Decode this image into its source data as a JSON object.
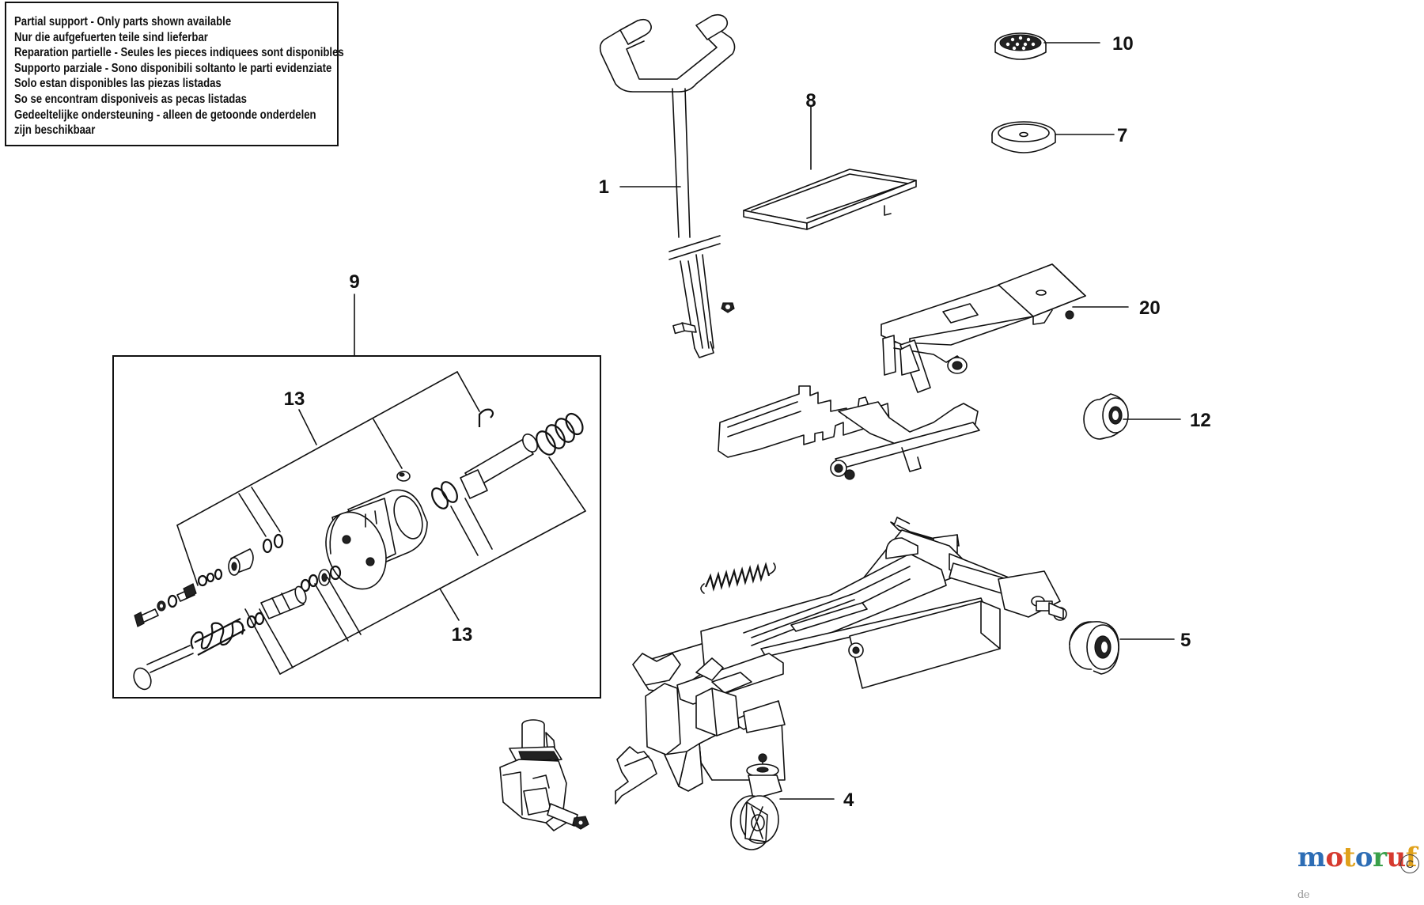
{
  "notice": {
    "lines": [
      "Partial support - Only parts shown available",
      "Nur die aufgefuerten teile sind lieferbar",
      "Reparation partielle - Seules les pieces indiquees sont disponibles",
      "Supporto parziale - Sono disponibili soltanto le parti evidenziate",
      "Solo estan disponibles las piezas listadas",
      "So se encontram disponiveis as pecas listadas",
      "Gedeeltelijke ondersteuning - alleen de getoonde onderdelen",
      "zijn beschikbaar"
    ]
  },
  "callouts": {
    "c1": "1",
    "c4": "4",
    "c5": "5",
    "c7": "7",
    "c8": "8",
    "c9": "9",
    "c10": "10",
    "c12": "12",
    "c13_top": "13",
    "c13_bottom": "13",
    "c20": "20"
  },
  "watermark": {
    "text": "motoruf",
    "letters": [
      "m",
      "o",
      "t",
      "o",
      "r",
      "u",
      "f"
    ],
    "colors": [
      "#2d6db5",
      "#d63a2f",
      "#e0a11b",
      "#2d6db5",
      "#3aa04a",
      "#d63a2f",
      "#e0a11b"
    ],
    "suffix": "de"
  }
}
